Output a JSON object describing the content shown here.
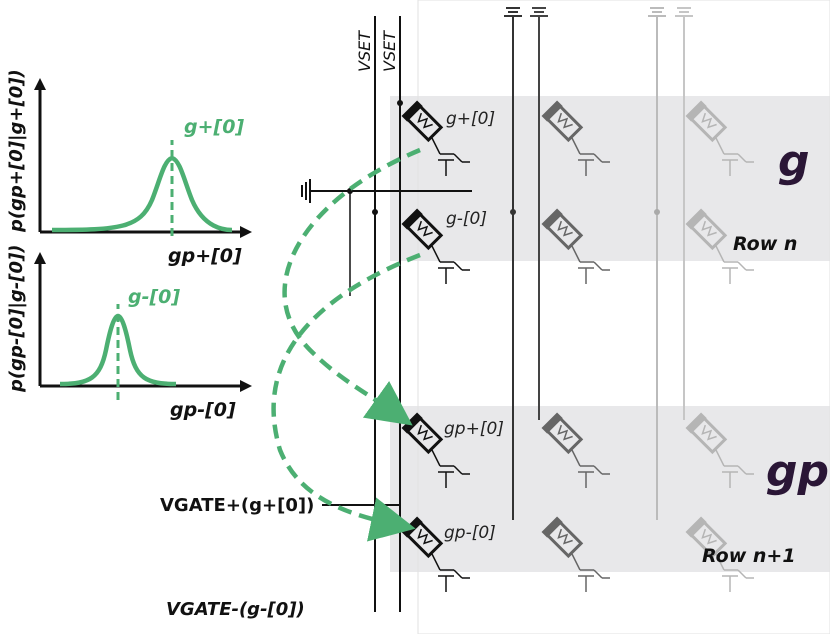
{
  "colors": {
    "green": "#4caf72",
    "dark": "#222222",
    "mid": "#6a6a6a",
    "light": "#b9b9b9",
    "band": "#e8e8ea",
    "big_label": "#2a1636"
  },
  "plots": {
    "top": {
      "ylabel": "p(gp+[0]|g+[0])",
      "peak_label": "g+[0]",
      "xlabel": "gp+[0]"
    },
    "bottom": {
      "ylabel": "p(gp-[0]|g-[0])",
      "peak_label": "g-[0]",
      "xlabel": "gp-[0]"
    }
  },
  "vset": [
    "VSET",
    "VSET"
  ],
  "cells": {
    "g_plus": "g+[0]",
    "g_minus": "g-[0]",
    "gp_plus": "gp+[0]",
    "gp_minus": "gp-[0]"
  },
  "regions": {
    "g_label": "g",
    "gp_label": "gp",
    "row_n": "Row n",
    "row_n1": "Row n+1"
  },
  "gate_lines": {
    "plus": "VGATE+(g+[0])",
    "minus": "VGATE-(g-[0])"
  }
}
